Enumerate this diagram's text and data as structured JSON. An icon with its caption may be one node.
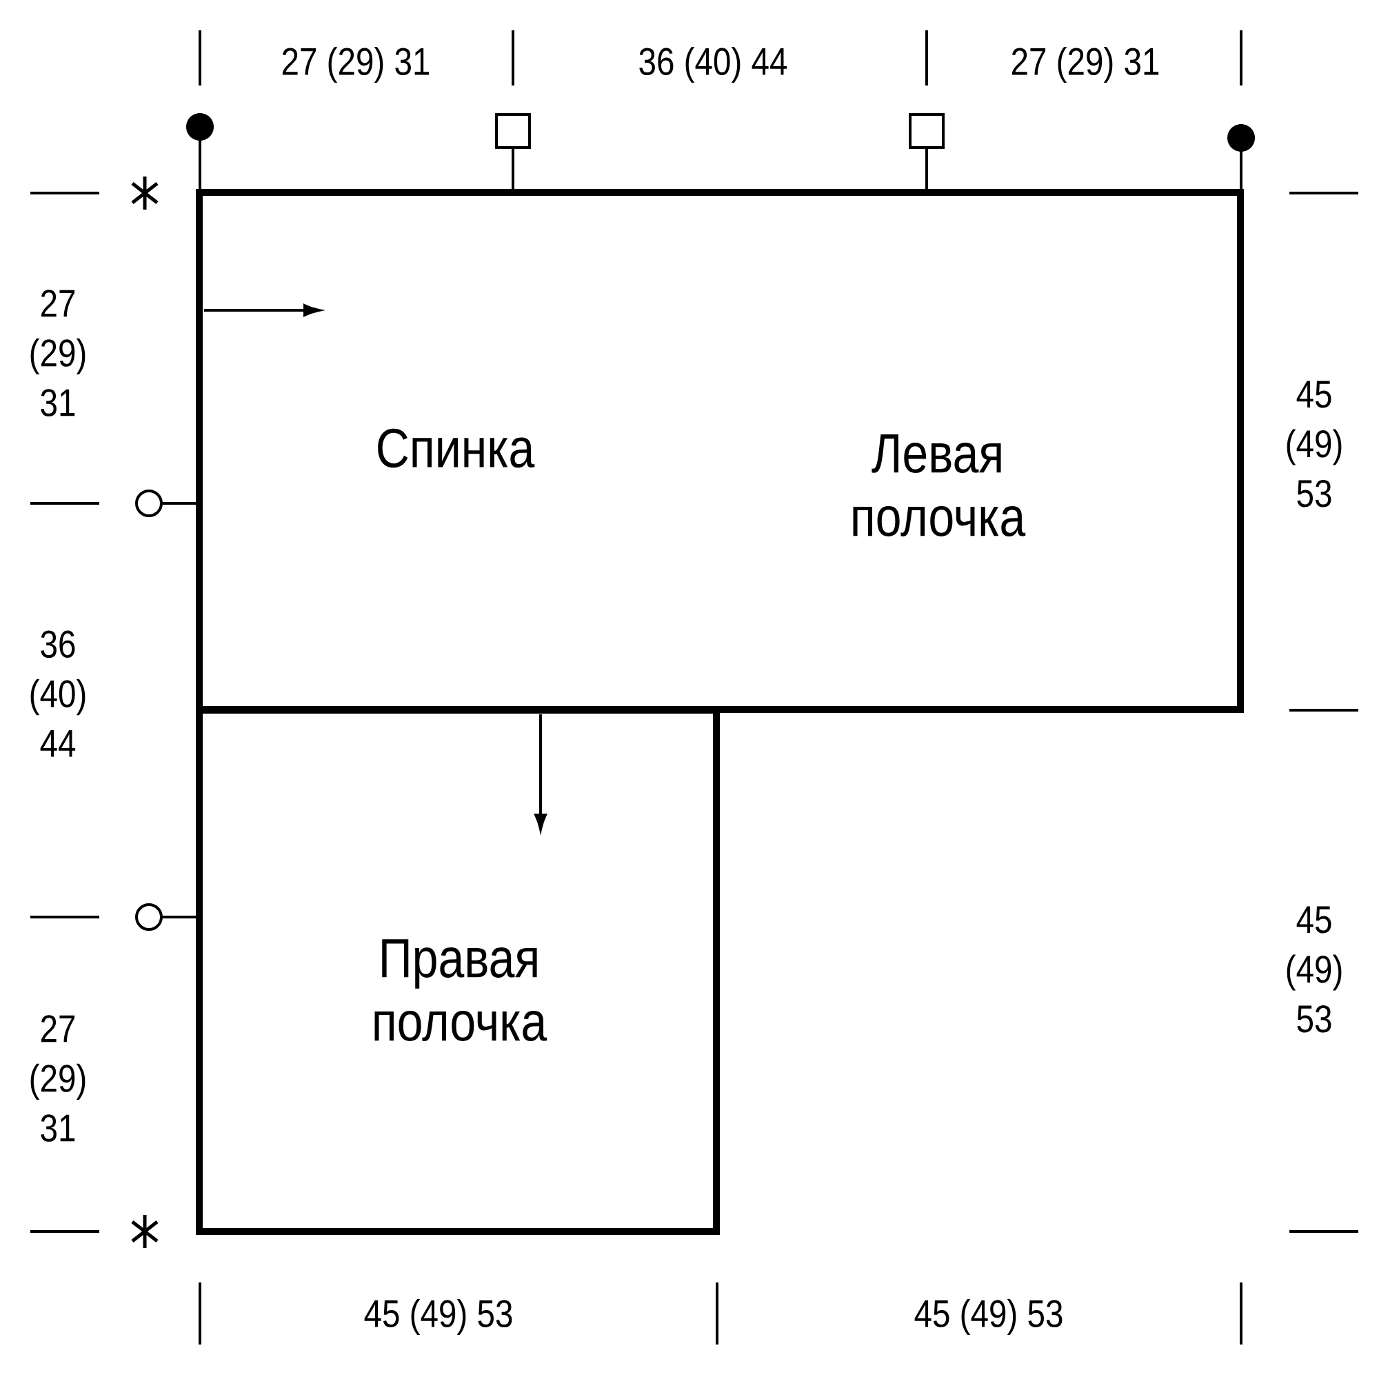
{
  "diagram": {
    "nodes": [
      {
        "text": [
          "Спинка",
          "Левая полочка"
        ]
      },
      {
        "text": [
          "Правая полочка"
        ]
      }
    ],
    "edges": [],
    "labels": [
      "27 (29) 31",
      "36 (40) 44",
      "27 (29) 31",
      "27 (29) 31",
      "45 (49) 53",
      "36 (40) 44",
      "45 (49) 53",
      "27 (29) 31",
      "45 (49) 53",
      "45 (49) 53"
    ]
  }
}
